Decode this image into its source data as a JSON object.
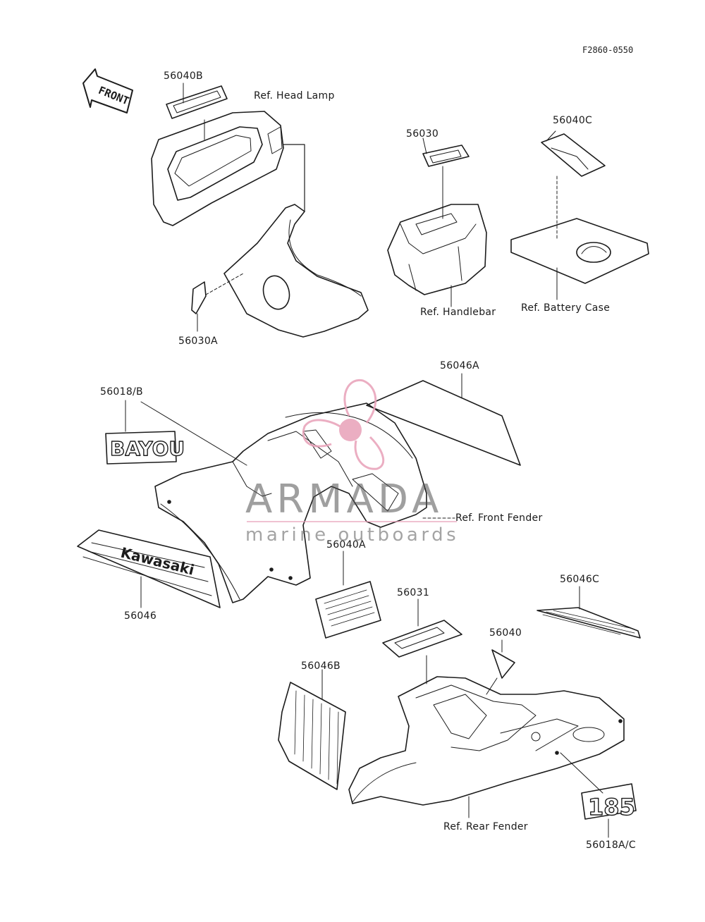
{
  "drawing_code": "F2860-0550",
  "front_arrow": "FRONT",
  "parts": {
    "p56040B": "56040B",
    "p56030": "56030",
    "p56040C": "56040C",
    "p56030A": "56030A",
    "p56046A": "56046A",
    "p56018B": "56018/B",
    "p56040A": "56040A",
    "p56046": "56046",
    "p56031": "56031",
    "p56046C": "56046C",
    "p56040": "56040",
    "p56046B": "56046B",
    "p56018AC": "56018A/C"
  },
  "refs": {
    "head_lamp": "Ref. Head Lamp",
    "handlebar": "Ref. Handlebar",
    "battery_case": "Ref. Battery Case",
    "front_fender": "Ref. Front Fender",
    "rear_fender": "Ref. Rear Fender"
  },
  "decals": {
    "bayou": "BAYOU",
    "kawasaki": "Kawasaki",
    "model": "185"
  },
  "watermark": {
    "brand": "ARMADA",
    "tagline": "marine outboards",
    "accent_color": "#e8a0b8"
  }
}
